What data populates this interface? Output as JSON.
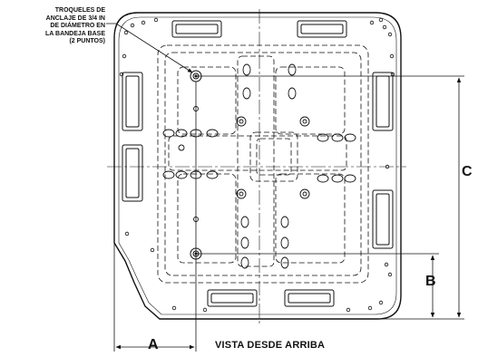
{
  "callout": {
    "lines": [
      "TROQUELES DE",
      "ANCLAJE DE 3/4 IN",
      "DE DIÁMETRO EN",
      "LA BANDEJA BASE",
      "(2 PUNTOS)"
    ]
  },
  "dimensions": {
    "a": "A",
    "b": "B",
    "c": "C"
  },
  "view_label": "VISTA DESDE ARRIBA",
  "colors": {
    "line": "#111111",
    "background": "#ffffff"
  }
}
